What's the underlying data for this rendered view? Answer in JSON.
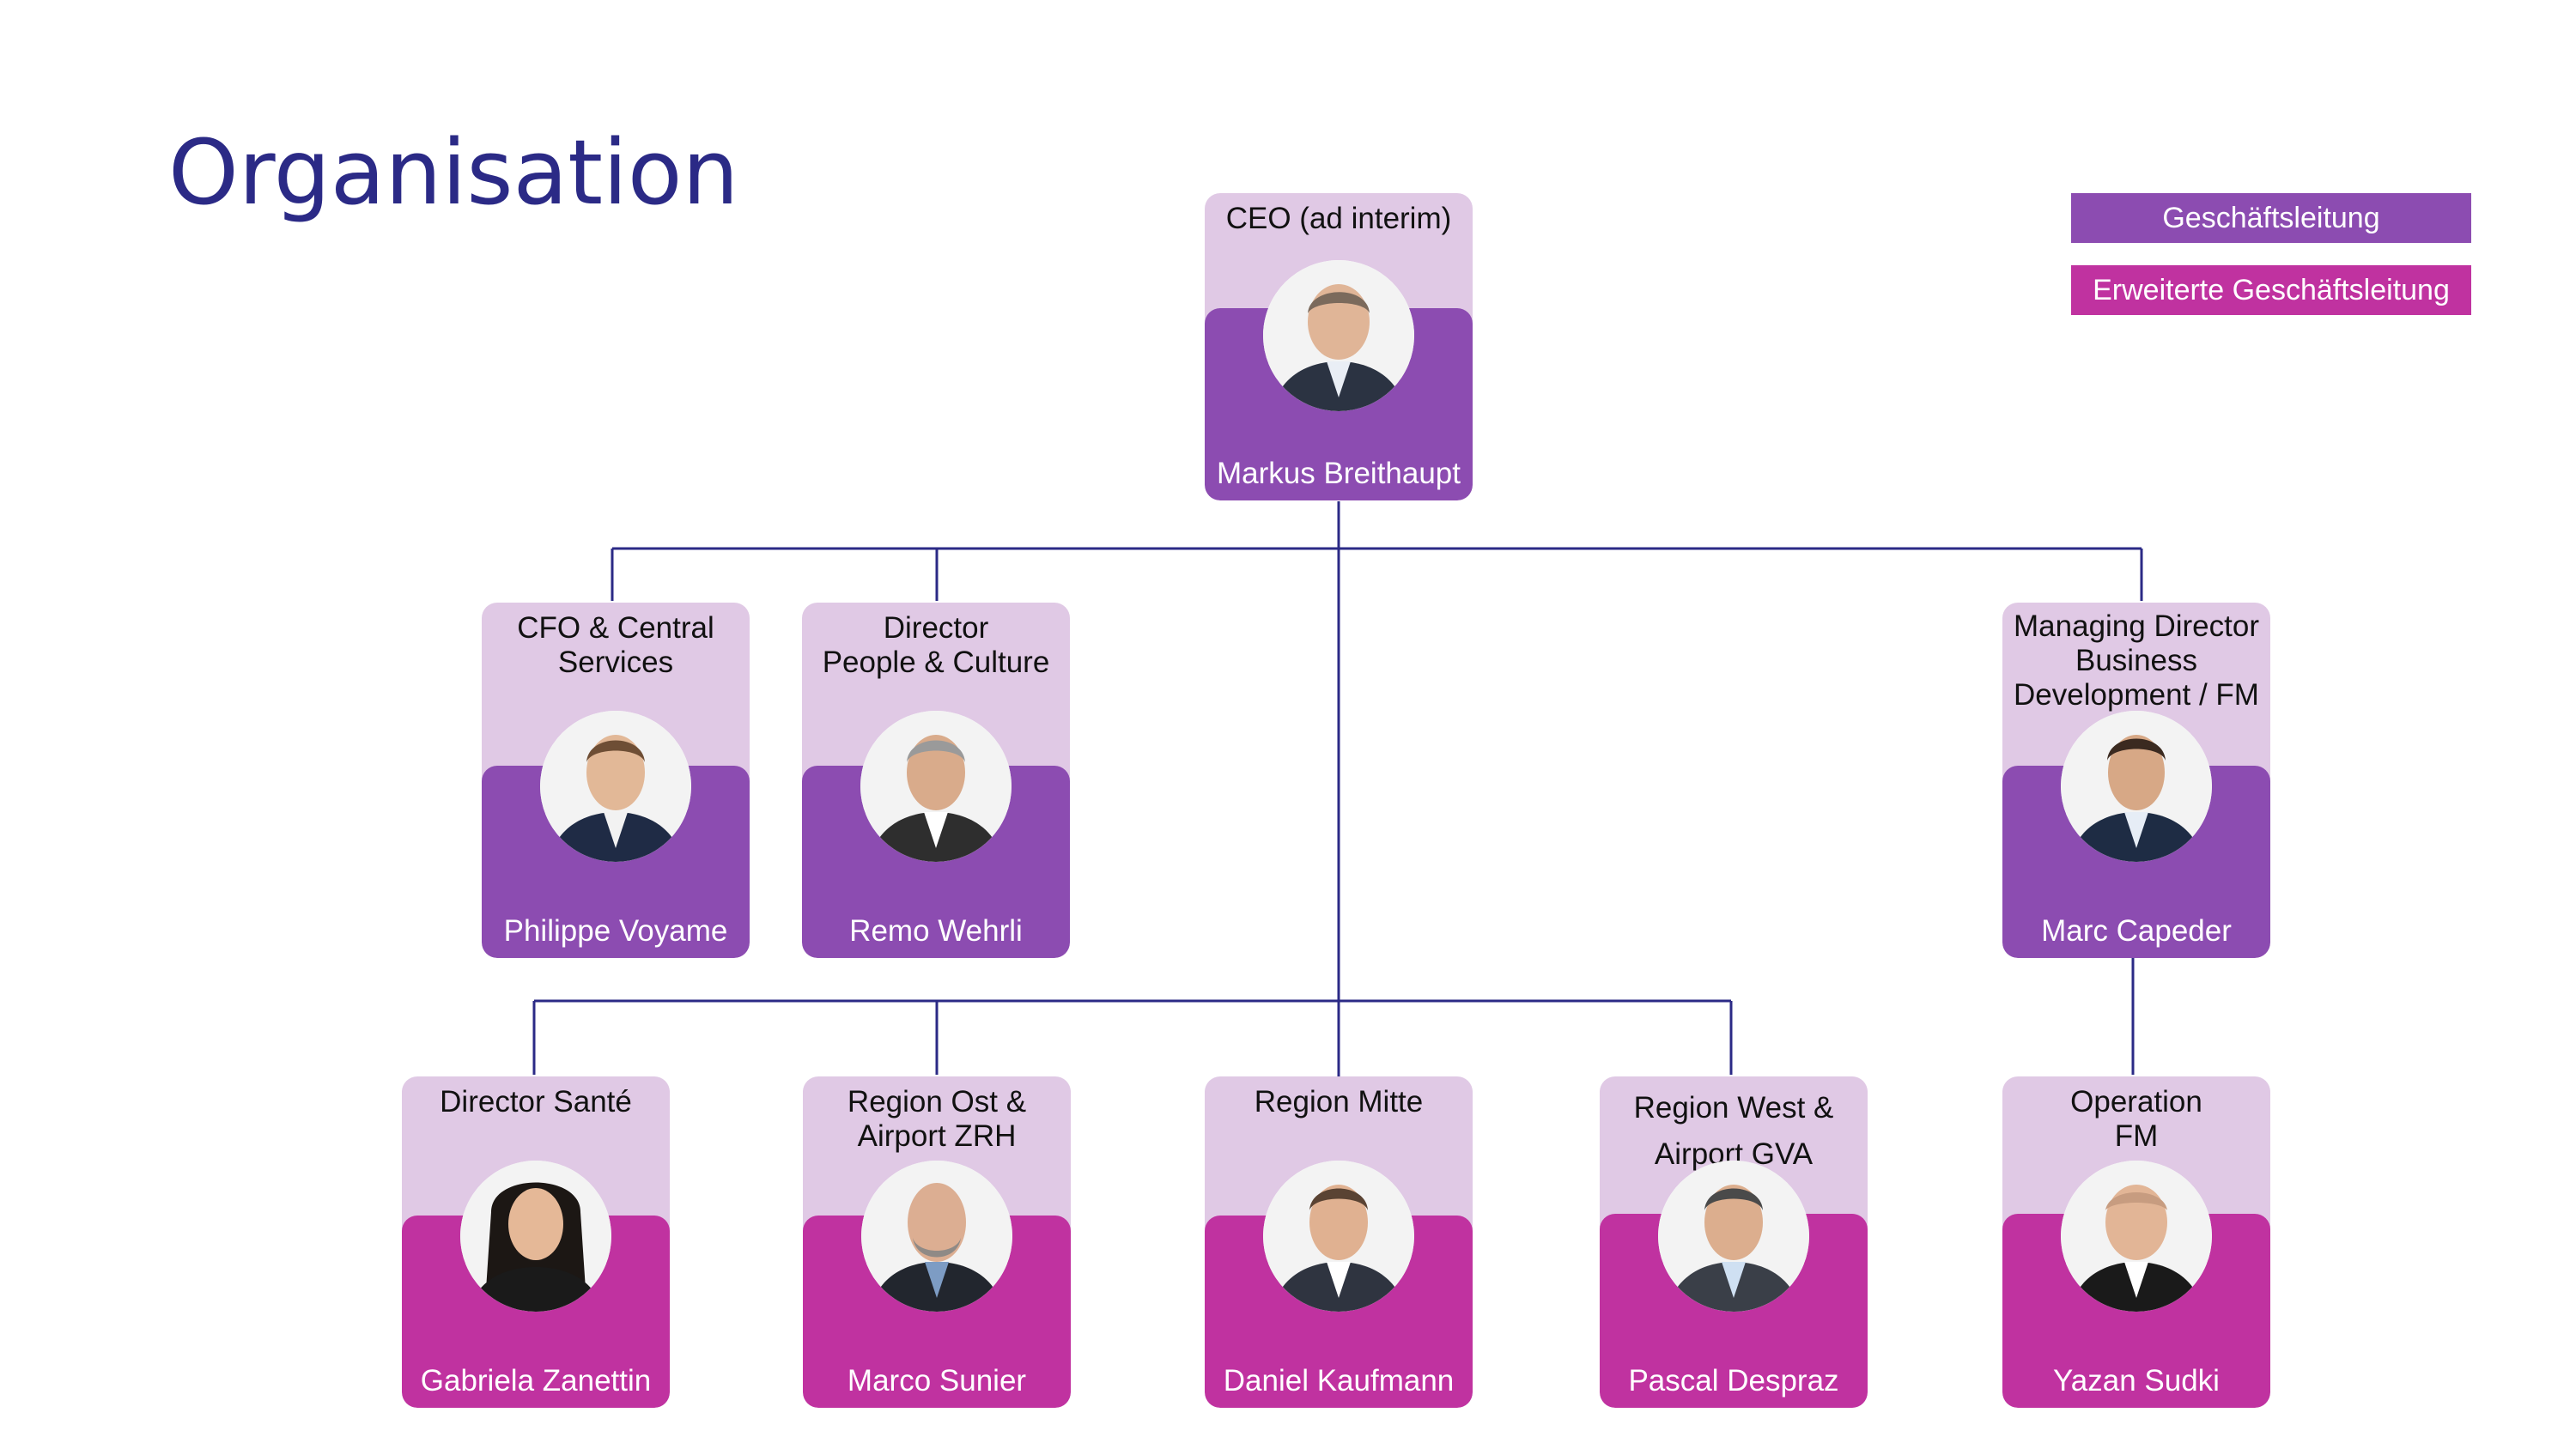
{
  "page": {
    "title": "Organisation"
  },
  "legend": {
    "gl": "Geschäftsleitung",
    "egl": "Erweiterte Geschäftsleitung"
  },
  "colors": {
    "title": "#2b2a86",
    "gl_band": "#8c4cb1",
    "egl_band": "#c032a0",
    "card_top": "#e0c9e5",
    "lines": "#2b2a86"
  },
  "people": {
    "ceo": {
      "role": "CEO (ad interim)",
      "name": "Markus Breithaupt",
      "group": "gl"
    },
    "cfo": {
      "role": "CFO & Central Services",
      "name": "Philippe Voyame",
      "group": "gl"
    },
    "people_culture": {
      "role": "Director People & Culture",
      "name": "Remo Wehrli",
      "group": "gl"
    },
    "bd": {
      "role": "Managing Director Business Development / FM",
      "name": "Marc Capeder",
      "group": "gl"
    },
    "sante": {
      "role": "Director Santé",
      "name": "Gabriela Zanettin",
      "group": "egl"
    },
    "ost": {
      "role": "Region Ost & Airport ZRH",
      "name": "Marco Sunier",
      "group": "egl"
    },
    "mitte": {
      "role": "Region Mitte",
      "name": "Daniel Kaufmann",
      "group": "egl"
    },
    "west": {
      "role": "Region West & Airport GVA",
      "name": "Pascal Despraz",
      "group": "egl"
    },
    "operation": {
      "role": "Operation FM",
      "name": "Yazan Sudki",
      "group": "egl"
    }
  },
  "roles_display": {
    "cfo_l1": "CFO & Central",
    "cfo_l2": "Services",
    "pc_l1": "Director",
    "pc_l2": "People & Culture",
    "bd_l1": "Managing Director",
    "bd_l2": "Business",
    "bd_l3": "Development / FM",
    "ost_l1": "Region Ost &",
    "ost_l2": "Airport ZRH",
    "west_l1": "Region West &",
    "west_l2": "Airport GVA",
    "op_l1": "Operation",
    "op_l2": "FM"
  }
}
